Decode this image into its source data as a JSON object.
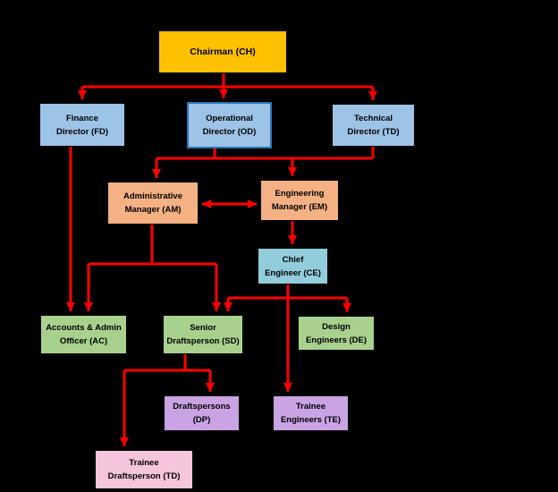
{
  "diagram": {
    "type": "organizational-chart",
    "background_color": "#000000",
    "arrow_color": "#FF0000",
    "nodes": {
      "chairman": {
        "line1": "Chairman (CH)",
        "line2": "",
        "fill": "#FFC000"
      },
      "fd": {
        "line1": "Finance",
        "line2": "Director (FD)",
        "fill": "#9DC3E6"
      },
      "od": {
        "line1": "Operational",
        "line2": "Director (OD)",
        "fill": "#9DC3E6",
        "border": "#2E75B6"
      },
      "td": {
        "line1": "Technical",
        "line2": "Director (TD)",
        "fill": "#9DC3E6"
      },
      "am": {
        "line1": "Administrative",
        "line2": "Manager (AM)",
        "fill": "#F4B183"
      },
      "em": {
        "line1": "Engineering",
        "line2": "Manager (EM)",
        "fill": "#F4B183"
      },
      "ce": {
        "line1": "Chief",
        "line2": "Engineer (CE)",
        "fill": "#92CDDC"
      },
      "ac": {
        "line1": "Accounts & Admin",
        "line2": "Officer (AC)",
        "fill": "#A9D18E"
      },
      "sd": {
        "line1": "Senior",
        "line2": "Draftsperson (SD)",
        "fill": "#A9D18E"
      },
      "de": {
        "line1": "Design",
        "line2": "Engineers (DE)",
        "fill": "#A9D18E"
      },
      "dp": {
        "line1": "Draftspersons",
        "line2": "(DP)",
        "fill": "#C9A3E4"
      },
      "te": {
        "line1": "Trainee",
        "line2": "Engineers (TE)",
        "fill": "#C9A3E4"
      },
      "ttd": {
        "line1": "Trainee",
        "line2": "Draftsperson (TD)",
        "fill": "#F4C5DB"
      }
    },
    "edges": [
      "CH -> FD",
      "CH -> OD",
      "CH -> TD",
      "OD/TD -> AM",
      "OD/TD -> EM",
      "AM <-> EM",
      "EM -> CE",
      "FD -> AC",
      "AM -> AC",
      "AM -> SD",
      "CE -> SD",
      "CE -> DE",
      "CE -> TE",
      "SD -> DP",
      "SD -> Trainee Draftsperson (TD)"
    ]
  }
}
